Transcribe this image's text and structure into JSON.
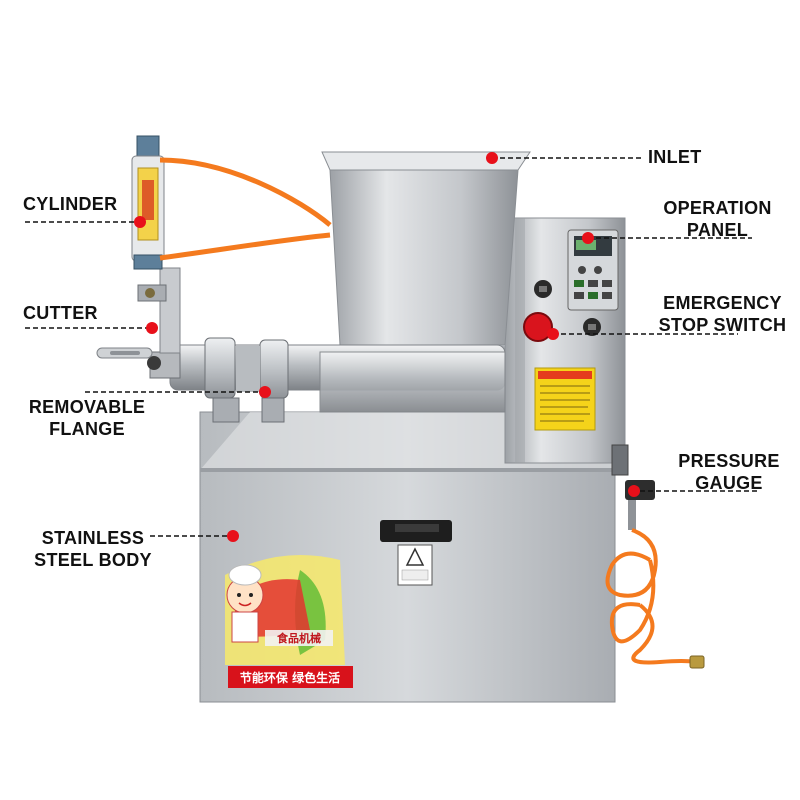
{
  "labels": {
    "inlet": "INLET",
    "operation_panel": [
      "OPERATION",
      "PANEL"
    ],
    "cylinder": "CYLINDER",
    "emergency_stop": [
      "EMERGENCY",
      "STOP SWITCH"
    ],
    "cutter": "CUTTER",
    "removable_flange": [
      "REMOVABLE",
      "FLANGE"
    ],
    "pressure_gauge": [
      "PRESSURE",
      "GAUGE"
    ],
    "stainless_body": [
      "STAINLESS",
      "STEEL BODY"
    ]
  },
  "decal": {
    "slogan": "节能环保  绿色生活",
    "brand": "食品机械"
  },
  "colors": {
    "marker": "#e8101a",
    "hose": "#f47a1e",
    "steel": "#c9ccd0",
    "label": "#111111"
  }
}
